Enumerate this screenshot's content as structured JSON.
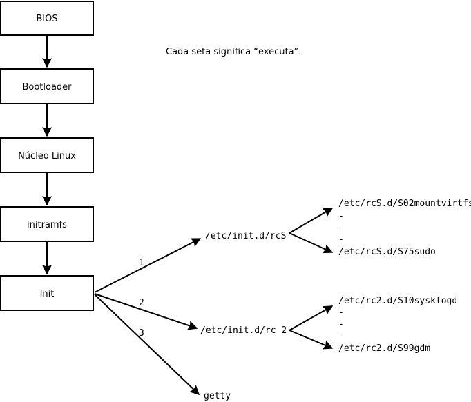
{
  "colors": {
    "background": "#ffffff",
    "ink": "#000000"
  },
  "annotation": {
    "text": "Cada seta significa “executa”."
  },
  "flow_boxes": [
    {
      "label": "BIOS"
    },
    {
      "label": "Bootloader"
    },
    {
      "label": "Núcleo Linux"
    },
    {
      "label": "initramfs"
    },
    {
      "label": "Init"
    }
  ],
  "init_branches": [
    {
      "number": "1",
      "target": "/etc/init.d/rcS"
    },
    {
      "number": "2",
      "target": "/etc/init.d/rc 2"
    },
    {
      "number": "3",
      "target": "getty"
    }
  ],
  "rcS_scripts": {
    "first": "/etc/rcS.d/S02mountvirtfs",
    "dots": [
      "-",
      "-",
      "-"
    ],
    "last": "/etc/rcS.d/S75sudo"
  },
  "rc2_scripts": {
    "first": "/etc/rc2.d/S10sysklogd",
    "dots": [
      "-",
      "-",
      "-"
    ],
    "last": "/etc/rc2.d/S99gdm"
  }
}
